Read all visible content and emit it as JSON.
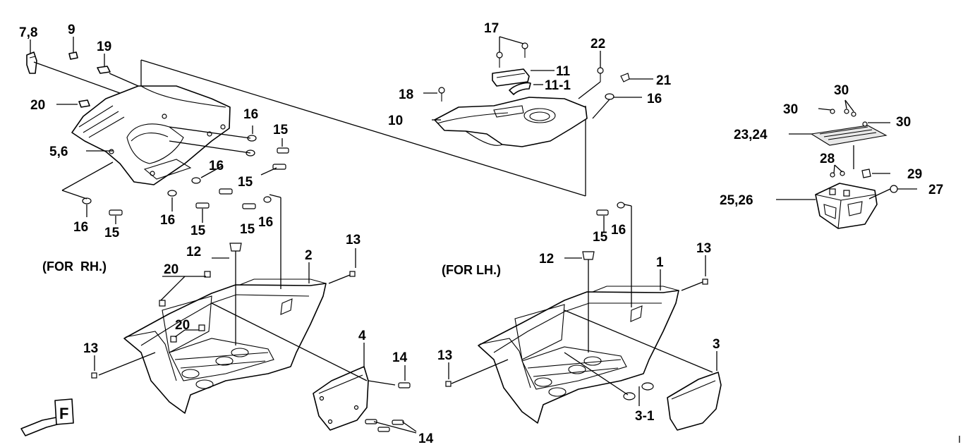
{
  "labels": {
    "l78": "7,8",
    "l9": "9",
    "l19": "19",
    "l20a": "20",
    "l56": "5,6",
    "l16a": "16",
    "l15a": "15",
    "l16b": "16",
    "l15b": "15",
    "l16c": "16",
    "l15c": "15",
    "l16d": "16",
    "l15d": "15",
    "l15e": "15",
    "l16e": "16",
    "l17": "17",
    "l22": "22",
    "l11": "11",
    "l111": "11-1",
    "l21": "21",
    "l18": "18",
    "l16f": "16",
    "l10": "10",
    "l30a": "30",
    "l30b": "30",
    "l30c": "30",
    "l2324": "23,24",
    "l28": "28",
    "l29": "29",
    "l2526": "25,26",
    "l27": "27",
    "l15f": "15",
    "l16g": "16",
    "l12a": "12",
    "l2": "2",
    "l13a": "13",
    "l20b": "20",
    "l20c": "20",
    "l13b": "13",
    "l4": "4",
    "l14a": "14",
    "l14b": "14",
    "l12b": "12",
    "l1": "1",
    "l13c": "13",
    "l13d": "13",
    "l3": "3",
    "l31": "3-1"
  },
  "notes": {
    "rh": "(FOR  RH.)",
    "lh": "(FOR LH.)"
  },
  "logo_letter": "F"
}
